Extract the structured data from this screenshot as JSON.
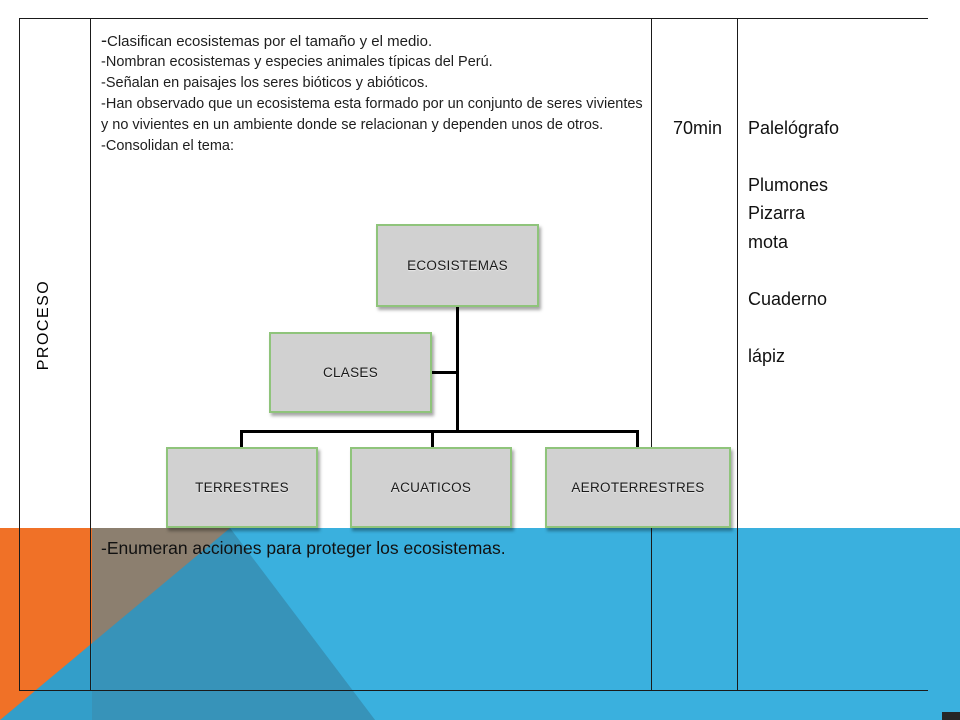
{
  "table": {
    "phase": "PROCESO",
    "activities": [
      {
        "dash": "-",
        "text": "Clasifican ecosistemas por el tamaño y el medio."
      },
      {
        "dash": "-",
        "text": "Nombran ecosistemas y especies animales típicas del Perú."
      },
      {
        "dash": "-",
        "text": "Señalan en paisajes los seres bióticos y abióticos."
      },
      {
        "dash": "-",
        "text": "Han observado que un ecosistema esta formado por un conjunto de seres vivientes y no vivientes en un ambiente donde se relacionan y dependen unos de otros."
      },
      {
        "dash": "-",
        "text": "Consolidan el tema:"
      }
    ],
    "closing_activity": "-Enumeran acciones para proteger los ecosistemas.",
    "time": "70min",
    "materials": [
      "Palelógrafo",
      "Plumones",
      "Pizarra",
      "mota",
      "Cuaderno",
      "lápiz"
    ]
  },
  "diagram": {
    "root": "ECOSISTEMAS",
    "assistant": "CLASES",
    "children": [
      "TERRESTRES",
      "ACUATICOS",
      "AEROTERRESTRES"
    ]
  },
  "colors": {
    "band_blue": "#3ab0de",
    "band_orange": "#f07127",
    "node_fill": "#d1d1d1",
    "node_border": "#8fc47b"
  }
}
